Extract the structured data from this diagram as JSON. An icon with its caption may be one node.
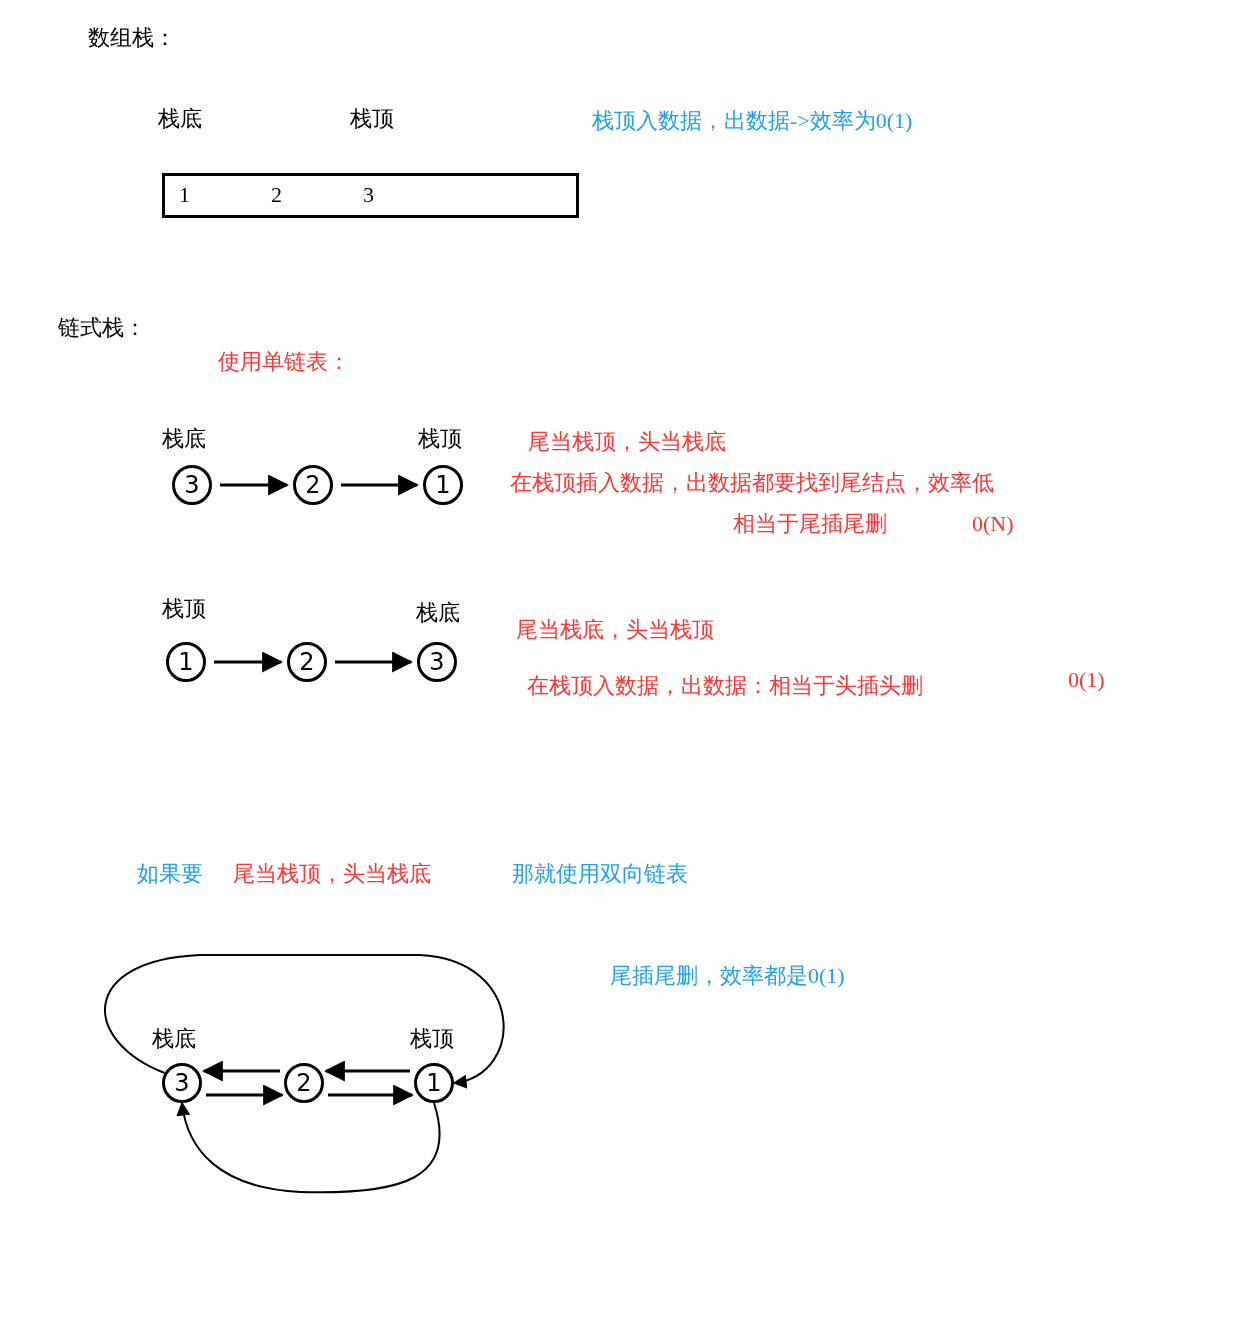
{
  "diagram": {
    "nodes": [
      {
        "text": [
          "1",
          "2",
          "3"
        ],
        "beside": [
          "栈底",
          "栈顶"
        ]
      },
      {
        "text": [
          "3"
        ],
        "beside": [
          "栈底"
        ]
      },
      {
        "text": [
          "2"
        ]
      },
      {
        "text": [
          "1"
        ],
        "beside": [
          "栈顶"
        ]
      },
      {
        "text": [
          "1"
        ],
        "beside": [
          "栈顶"
        ]
      },
      {
        "text": [
          "2"
        ]
      },
      {
        "text": [
          "3"
        ],
        "beside": [
          "栈底"
        ]
      },
      {
        "text": [
          "3"
        ],
        "beside": [
          "栈底"
        ]
      },
      {
        "text": [
          "2"
        ]
      },
      {
        "text": [
          "1"
        ],
        "beside": [
          "栈顶"
        ]
      }
    ],
    "edges": [
      {
        "from": 1,
        "to": 2,
        "arrow": "to"
      },
      {
        "from": 2,
        "to": 3,
        "arrow": "to"
      },
      {
        "from": 4,
        "to": 5,
        "arrow": "to"
      },
      {
        "from": 5,
        "to": 6,
        "arrow": "to"
      },
      {
        "from": 8,
        "to": 7,
        "arrow": "to"
      },
      {
        "from": 7,
        "to": 8,
        "arrow": "to"
      },
      {
        "from": 9,
        "to": 8,
        "arrow": "to"
      },
      {
        "from": 8,
        "to": 9,
        "arrow": "to"
      },
      {
        "from": 7,
        "to": 9,
        "arrow": "to"
      },
      {
        "from": 9,
        "to": 7,
        "arrow": "to"
      }
    ],
    "labels": [
      "数组栈：",
      "栈顶入数据，出数据->效率为0(1)",
      "链式栈：",
      "使用单链表：",
      "尾当栈顶，头当栈底",
      "在栈顶插入数据，出数据都要找到尾结点，效率低",
      "相当于尾插尾删",
      "0(N)",
      "尾当栈底，头当栈顶",
      "在栈顶入数据，出数据：相当于头插头删",
      "0(1)",
      "如果要",
      "尾当栈顶，头当栈底",
      "那就使用双向链表",
      "尾插尾删，效率都是0(1)"
    ]
  }
}
